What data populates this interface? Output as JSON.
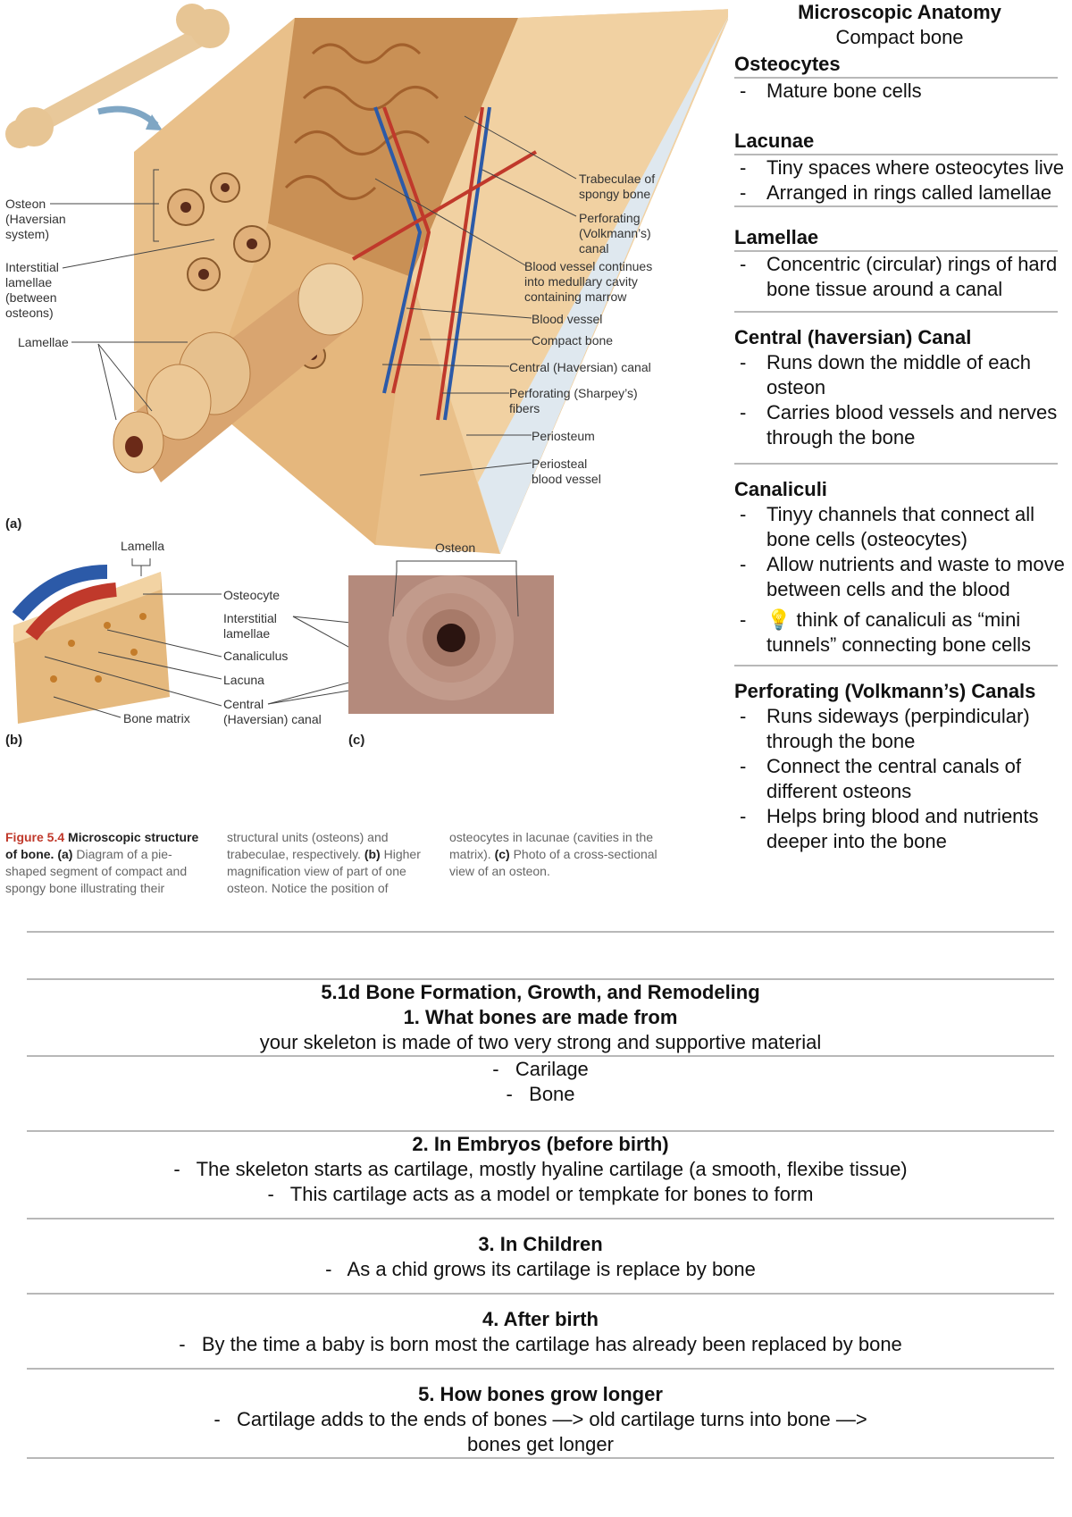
{
  "figure": {
    "labels": {
      "osteon": "Osteon\n(Haversian\nsystem)",
      "interstitial": "Interstitial\nlamellae\n(between\nosteons)",
      "lamellae": "Lamellae",
      "trabeculae": "Trabeculae of\nspongy bone",
      "perforating_canal": "Perforating\n(Volkmann’s)\ncanal",
      "vessel_continues": "Blood vessel continues\ninto medullary cavity\ncontaining marrow",
      "blood_vessel": "Blood vessel",
      "compact_bone": "Compact bone",
      "central_canal": "Central (Haversian) canal",
      "sharpey": "Perforating (Sharpey’s)\nfibers",
      "periosteum": "Periosteum",
      "periosteal_vessel": "Periosteal\nblood vessel",
      "panel_a": "(a)",
      "lamella": "Lamella",
      "osteocyte": "Osteocyte",
      "interstitial_b": "Interstitial\nlamellae",
      "canaliculus": "Canaliculus",
      "lacuna": "Lacuna",
      "central_b": "Central\n(Haversian) canal",
      "bone_matrix": "Bone matrix",
      "panel_b": "(b)",
      "osteon_c": "Osteon",
      "panel_c": "(c)"
    },
    "caption": {
      "fig_no": "Figure 5.4",
      "fig_title": "Microscopic structure of bone.",
      "col1_rest": "Diagram of a pie-shaped segment of compact and spongy bone illustrating their",
      "col2": "structural units (osteons) and trabeculae, respectively.",
      "col2_b": "Higher magnification view of part of one osteon. Notice the position of",
      "col3": "osteocytes in lacunae (cavities in the matrix).",
      "col3_c": "Photo of a cross-sectional view of an osteon.",
      "a": "(a)",
      "b": "(b)",
      "c": "(c)"
    }
  },
  "notes": {
    "title": "Microscopic Anatomy",
    "subtitle": "Compact bone",
    "osteocytes": {
      "title": "Osteocytes",
      "items": [
        "Mature bone cells"
      ]
    },
    "lacunae": {
      "title": "Lacunae",
      "items": [
        "Tiny spaces where osteocytes live",
        "Arranged in rings called lamellae"
      ]
    },
    "lamellae": {
      "title": "Lamellae",
      "items": [
        "Concentric (circular) rings of hard bone tissue around a canal"
      ]
    },
    "central": {
      "title": "Central (haversian) Canal",
      "items": [
        "Runs down the middle of each osteon",
        "Carries blood vessels and nerves through the bone"
      ]
    },
    "canaliculi": {
      "title": "Canaliculi",
      "items": [
        "Tinyy channels that connect all bone cells (osteocytes)",
        "Allow nutrients and waste to move between cells and the blood"
      ],
      "tip": "think of canaliculi as “mini tunnels” connecting bone cells"
    },
    "perforating": {
      "title": "Perforating (Volkmann’s) Canals",
      "items": [
        "Runs sideways (perpindicular) through the bone",
        "Connect the central canals of different osteons",
        "Helps bring blood and nutrients deeper into the bone"
      ]
    }
  },
  "bottom": {
    "heading": "5.1d Bone Formation, Growth, and Remodeling",
    "s1_title": "1.   What bones are made from",
    "s1_text": "your skeleton is made of two very strong and supportive material",
    "s1_item1": "Carilage",
    "s1_item2": "Bone",
    "s2_title": "2.   In Embryos (before birth)",
    "s2_item1": "The skeleton starts as cartilage, mostly hyaline cartilage (a smooth, flexibe tissue)",
    "s2_item2": "This cartilage acts as a model or tempkate for bones to form",
    "s3_title": "3.   In Children",
    "s3_item1": "As a chid grows its cartilage is replace by bone",
    "s4_title": "4.   After birth",
    "s4_item1": "By the time a baby is born most the cartilage has already been replaced by bone",
    "s5_title": "5.   How  bones grow longer",
    "s5_item1": "Cartilage adds to the ends of bones —> old cartilage turns into bone —> bones get longer"
  }
}
